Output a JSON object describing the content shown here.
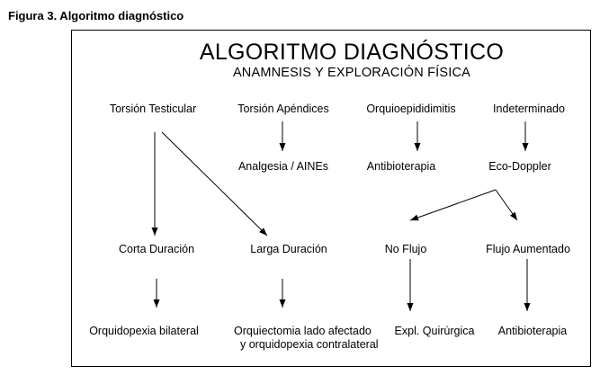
{
  "caption": "Figura 3. Algoritmo diagnóstico",
  "title": "ALGORITMO DIAGNÓSTICO",
  "subtitle": "ANAMNESIS Y EXPLORACIÓN FÍSICA",
  "nodes": {
    "torsion_testicular": "Torsión Testicular",
    "torsion_apendices": "Torsión Apéndices",
    "orquioepididimitis": "Orquioepididimitis",
    "indeterminado": "Indeterminado",
    "analgesia": "Analgesia / AINEs",
    "antibioterapia_1": "Antibioterapia",
    "eco_doppler": "Eco-Doppler",
    "corta_duracion": "Corta Duración",
    "larga_duracion": "Larga Duración",
    "no_flujo": "No Flujo",
    "flujo_aumentado": "Flujo Aumentado",
    "orquidopexia_bilateral": "Orquidopexia bilateral",
    "orquiectomia_line1": "Orquiectomia lado afectado",
    "orquiectomia_line2": "y orquidopexia contralateral",
    "expl_quirurgica": "Expl. Quirúrgica",
    "antibioterapia_2": "Antibioterapia"
  },
  "edges": [
    {
      "from": "torsion_testicular",
      "to": "corta_duracion"
    },
    {
      "from": "torsion_testicular",
      "to": "larga_duracion"
    },
    {
      "from": "torsion_apendices",
      "to": "analgesia"
    },
    {
      "from": "orquioepididimitis",
      "to": "antibioterapia_1"
    },
    {
      "from": "indeterminado",
      "to": "eco_doppler"
    },
    {
      "from": "eco_doppler",
      "to": "no_flujo"
    },
    {
      "from": "eco_doppler",
      "to": "flujo_aumentado"
    },
    {
      "from": "corta_duracion",
      "to": "orquidopexia_bilateral"
    },
    {
      "from": "larga_duracion",
      "to": "orquiectomia"
    },
    {
      "from": "no_flujo",
      "to": "expl_quirurgica"
    },
    {
      "from": "flujo_aumentado",
      "to": "antibioterapia_2"
    }
  ]
}
